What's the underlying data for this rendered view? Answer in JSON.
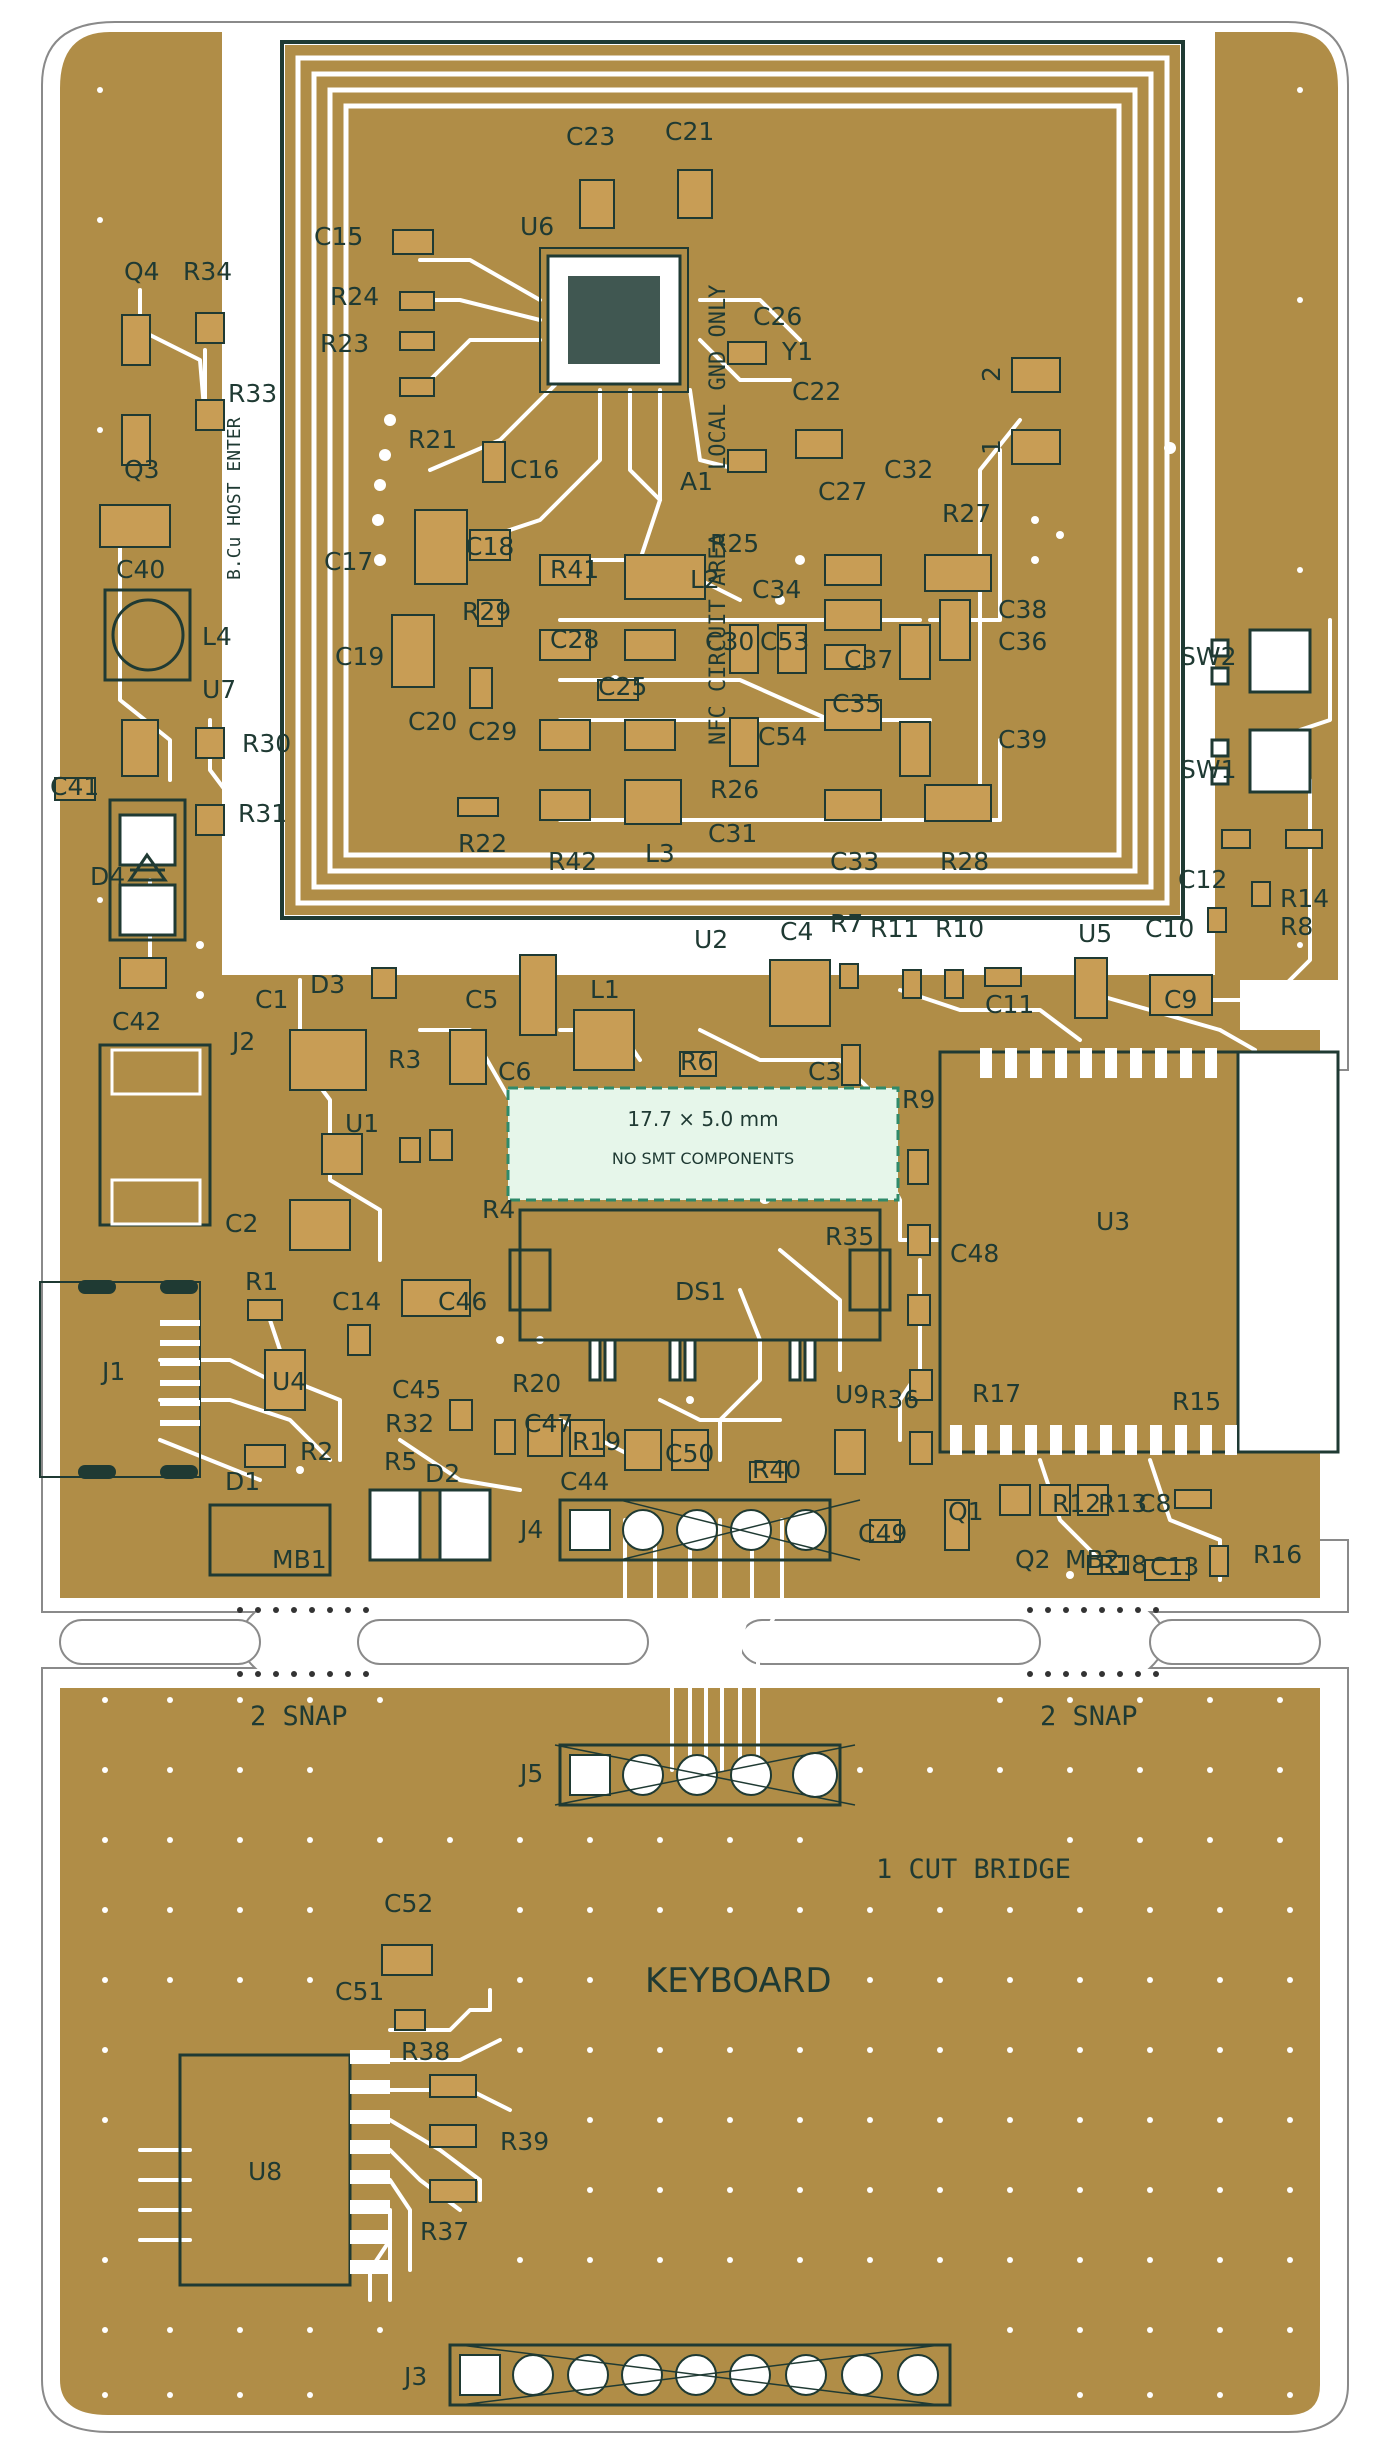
{
  "colors": {
    "copper": "#b08d47",
    "board_outline": "#8a8a8a",
    "trace": "#ffffff",
    "silkscreen": "#1f3a33",
    "keepout_fill": "#e6f6ea",
    "keepout_border": "#2f8a6a",
    "pad": "#c89d55"
  },
  "keepout": {
    "dimensions": "17.7 × 5.0 mm",
    "note": "NO SMT COMPONENTS"
  },
  "board_labels": {
    "keyboard": "KEYBOARD",
    "snap_left": "2 SNAP",
    "snap_right": "2 SNAP",
    "cut_bridge": "1 CUT BRIDGE",
    "nfc_area": "NFC CIRCUIT AREA",
    "local_gnd": "LOCAL GND ONLY",
    "host_enter": "B.Cu HOST ENTER",
    "antenna_pin_1": "1",
    "antenna_pin_2": "2"
  },
  "components": [
    {
      "ref": "C23"
    },
    {
      "ref": "C21"
    },
    {
      "ref": "C15"
    },
    {
      "ref": "U6"
    },
    {
      "ref": "R24"
    },
    {
      "ref": "R23"
    },
    {
      "ref": "C26"
    },
    {
      "ref": "Y1"
    },
    {
      "ref": "C22"
    },
    {
      "ref": "R21"
    },
    {
      "ref": "C16"
    },
    {
      "ref": "A1"
    },
    {
      "ref": "C27"
    },
    {
      "ref": "C32"
    },
    {
      "ref": "R27"
    },
    {
      "ref": "C17"
    },
    {
      "ref": "C18"
    },
    {
      "ref": "R41"
    },
    {
      "ref": "R25"
    },
    {
      "ref": "L2"
    },
    {
      "ref": "C34"
    },
    {
      "ref": "C38"
    },
    {
      "ref": "R29"
    },
    {
      "ref": "C19"
    },
    {
      "ref": "C28"
    },
    {
      "ref": "C30"
    },
    {
      "ref": "C53"
    },
    {
      "ref": "C37"
    },
    {
      "ref": "C36"
    },
    {
      "ref": "C25"
    },
    {
      "ref": "C35"
    },
    {
      "ref": "C20"
    },
    {
      "ref": "C29"
    },
    {
      "ref": "R26"
    },
    {
      "ref": "C54"
    },
    {
      "ref": "C39"
    },
    {
      "ref": "R22"
    },
    {
      "ref": "R42"
    },
    {
      "ref": "L3"
    },
    {
      "ref": "C31"
    },
    {
      "ref": "C33"
    },
    {
      "ref": "R28"
    },
    {
      "ref": "Q4"
    },
    {
      "ref": "R34"
    },
    {
      "ref": "R33"
    },
    {
      "ref": "Q3"
    },
    {
      "ref": "C40"
    },
    {
      "ref": "L4"
    },
    {
      "ref": "U7"
    },
    {
      "ref": "R30"
    },
    {
      "ref": "C41"
    },
    {
      "ref": "R31"
    },
    {
      "ref": "D4"
    },
    {
      "ref": "SW2"
    },
    {
      "ref": "SW1"
    },
    {
      "ref": "C12"
    },
    {
      "ref": "R14"
    },
    {
      "ref": "R8"
    },
    {
      "ref": "C10"
    },
    {
      "ref": "U2"
    },
    {
      "ref": "C4"
    },
    {
      "ref": "R7"
    },
    {
      "ref": "R11"
    },
    {
      "ref": "R10"
    },
    {
      "ref": "U5"
    },
    {
      "ref": "C1"
    },
    {
      "ref": "D3"
    },
    {
      "ref": "C5"
    },
    {
      "ref": "L1"
    },
    {
      "ref": "C11"
    },
    {
      "ref": "C9"
    },
    {
      "ref": "C42"
    },
    {
      "ref": "J2"
    },
    {
      "ref": "R3"
    },
    {
      "ref": "C6"
    },
    {
      "ref": "R6"
    },
    {
      "ref": "C3"
    },
    {
      "ref": "R9"
    },
    {
      "ref": "U1"
    },
    {
      "ref": "C2"
    },
    {
      "ref": "R4"
    },
    {
      "ref": "U3"
    },
    {
      "ref": "R35"
    },
    {
      "ref": "C48"
    },
    {
      "ref": "R1"
    },
    {
      "ref": "DS1"
    },
    {
      "ref": "C14"
    },
    {
      "ref": "C46"
    },
    {
      "ref": "J1"
    },
    {
      "ref": "U4"
    },
    {
      "ref": "C45"
    },
    {
      "ref": "R36"
    },
    {
      "ref": "U9"
    },
    {
      "ref": "R17"
    },
    {
      "ref": "R15"
    },
    {
      "ref": "R20"
    },
    {
      "ref": "R32"
    },
    {
      "ref": "C47"
    },
    {
      "ref": "R19"
    },
    {
      "ref": "R2"
    },
    {
      "ref": "R5"
    },
    {
      "ref": "D2"
    },
    {
      "ref": "D1"
    },
    {
      "ref": "C44"
    },
    {
      "ref": "C50"
    },
    {
      "ref": "R40"
    },
    {
      "ref": "J4"
    },
    {
      "ref": "C49"
    },
    {
      "ref": "Q1"
    },
    {
      "ref": "R12"
    },
    {
      "ref": "R13"
    },
    {
      "ref": "C8"
    },
    {
      "ref": "Q2"
    },
    {
      "ref": "MB1"
    },
    {
      "ref": "MB2"
    },
    {
      "ref": "C13"
    },
    {
      "ref": "R16"
    },
    {
      "ref": "R18"
    },
    {
      "ref": "J5"
    },
    {
      "ref": "C52"
    },
    {
      "ref": "C51"
    },
    {
      "ref": "R38"
    },
    {
      "ref": "U8"
    },
    {
      "ref": "R39"
    },
    {
      "ref": "R37"
    },
    {
      "ref": "J3"
    }
  ]
}
